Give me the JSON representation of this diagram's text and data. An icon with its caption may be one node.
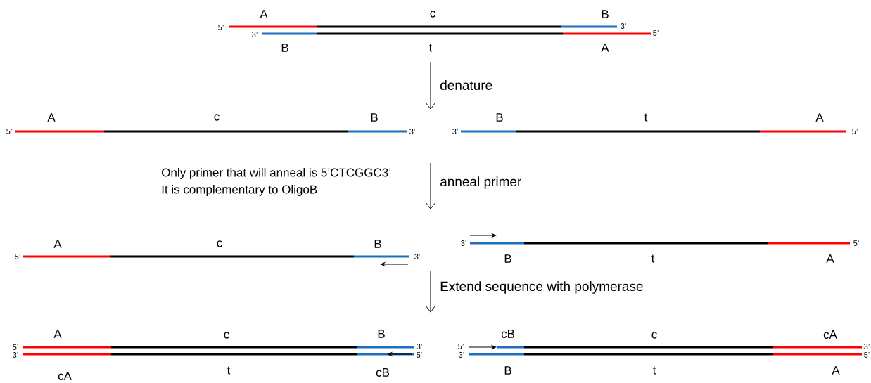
{
  "diagram": {
    "labels": [
      "A",
      "c",
      "B",
      "5’",
      "3’",
      "3’",
      "5’",
      "B",
      "t",
      "A",
      "denature",
      "A",
      "c",
      "B",
      "B",
      "t",
      "A",
      "5’",
      "3’",
      "3’",
      "5’",
      "Only primer that will anneal is 5’CTCGGC3’",
      "anneal primer",
      "It is complementary to OligoB",
      "A",
      "c",
      "B",
      "3’",
      "5’",
      "5’",
      "3’",
      "B",
      "t",
      "A",
      "Extend sequence with polymerase",
      "A",
      "c",
      "B",
      "cB",
      "c",
      "cA",
      "5’",
      "3’",
      "5’",
      "3’",
      "3’",
      "5’",
      "3’",
      "5’",
      "cA",
      "t",
      "cB",
      "B",
      "t",
      "A"
    ]
  }
}
